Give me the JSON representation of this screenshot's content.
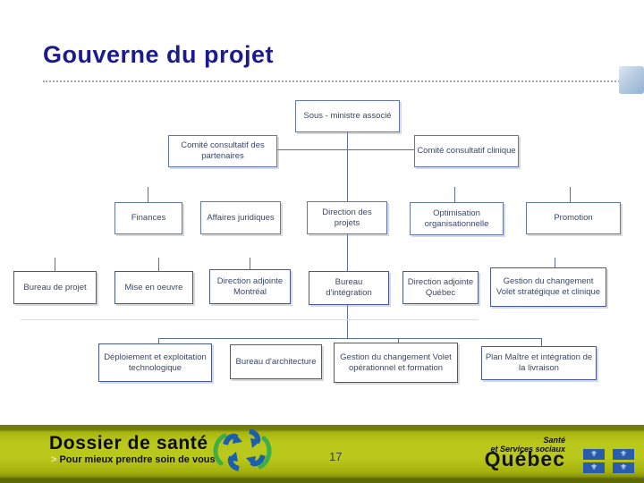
{
  "slide": {
    "title": "Gouverne du projet"
  },
  "org_chart": {
    "labels": {
      "sous_ministre": "Sous - ministre associé",
      "comite_partenaires": "Comité consultatif des partenaires",
      "comite_clinique": "Comité consultatif clinique",
      "finances": "Finances",
      "affaires_juridiques": "Affaires juridiques",
      "direction_projets": "Direction des projets",
      "optimisation": "Optimisation organisationnelle",
      "promotion": "Promotion",
      "bureau_projet": "Bureau de projet",
      "mise_en_oeuvre": "Mise en oeuvre",
      "direction_montreal": "Direction adjointe Montréal",
      "bureau_integration": "Bureau d'intégration",
      "direction_quebec": "Direction adjointe Québec",
      "gestion_strategique": "Gestion du changement Volet stratégique et clinique",
      "deploiement": "Déploiement et exploitation technologique",
      "bureau_architecture": "Bureau d'architecture",
      "gestion_operationnel": "Gestion du changement Volet opérationnel et formation",
      "plan_maitre": "Plan Maître et intégration de la livraison"
    }
  },
  "footer": {
    "brand": "Dossier de santé",
    "tagline_chevron": ">",
    "tagline": "Pour mieux prendre soin de vous",
    "page_number": "17",
    "ministry_line1": "Santé",
    "ministry_line2": "et Services sociaux",
    "wordmark": "Québec",
    "flag_glyph": "⚜"
  },
  "colors": {
    "title_navy": "#1b1b8e",
    "box_border_blue": "#6276aa",
    "box_text": "#3a4768",
    "connector_blue": "#5b6ea2",
    "footer_green": "#bac81c",
    "footer_dark_olive": "#5e6904",
    "quebec_flag_blue": "#2a5cad",
    "logo_blue": "#1c5fae",
    "logo_green": "#3fae49"
  }
}
